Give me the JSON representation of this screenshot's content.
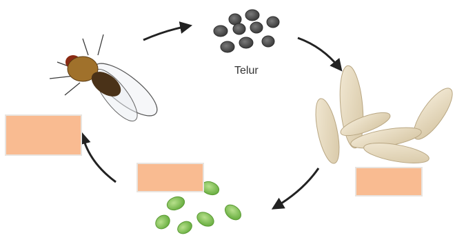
{
  "diagram": {
    "stages": [
      {
        "id": "egg",
        "label": "Telur",
        "icon": "egg-cluster-icon"
      },
      {
        "id": "larva",
        "label": "",
        "icon": "larva-icon"
      },
      {
        "id": "pupa",
        "label": "",
        "icon": "pupa-icon"
      },
      {
        "id": "adult",
        "label": "",
        "icon": "fly-icon"
      }
    ],
    "label_box_color": "#f9bb91",
    "egg_color": "#4a4a4a",
    "larva_color": "#e8dcc4",
    "pupa_color": "#8fc95f",
    "arrow_color": "#222222"
  }
}
